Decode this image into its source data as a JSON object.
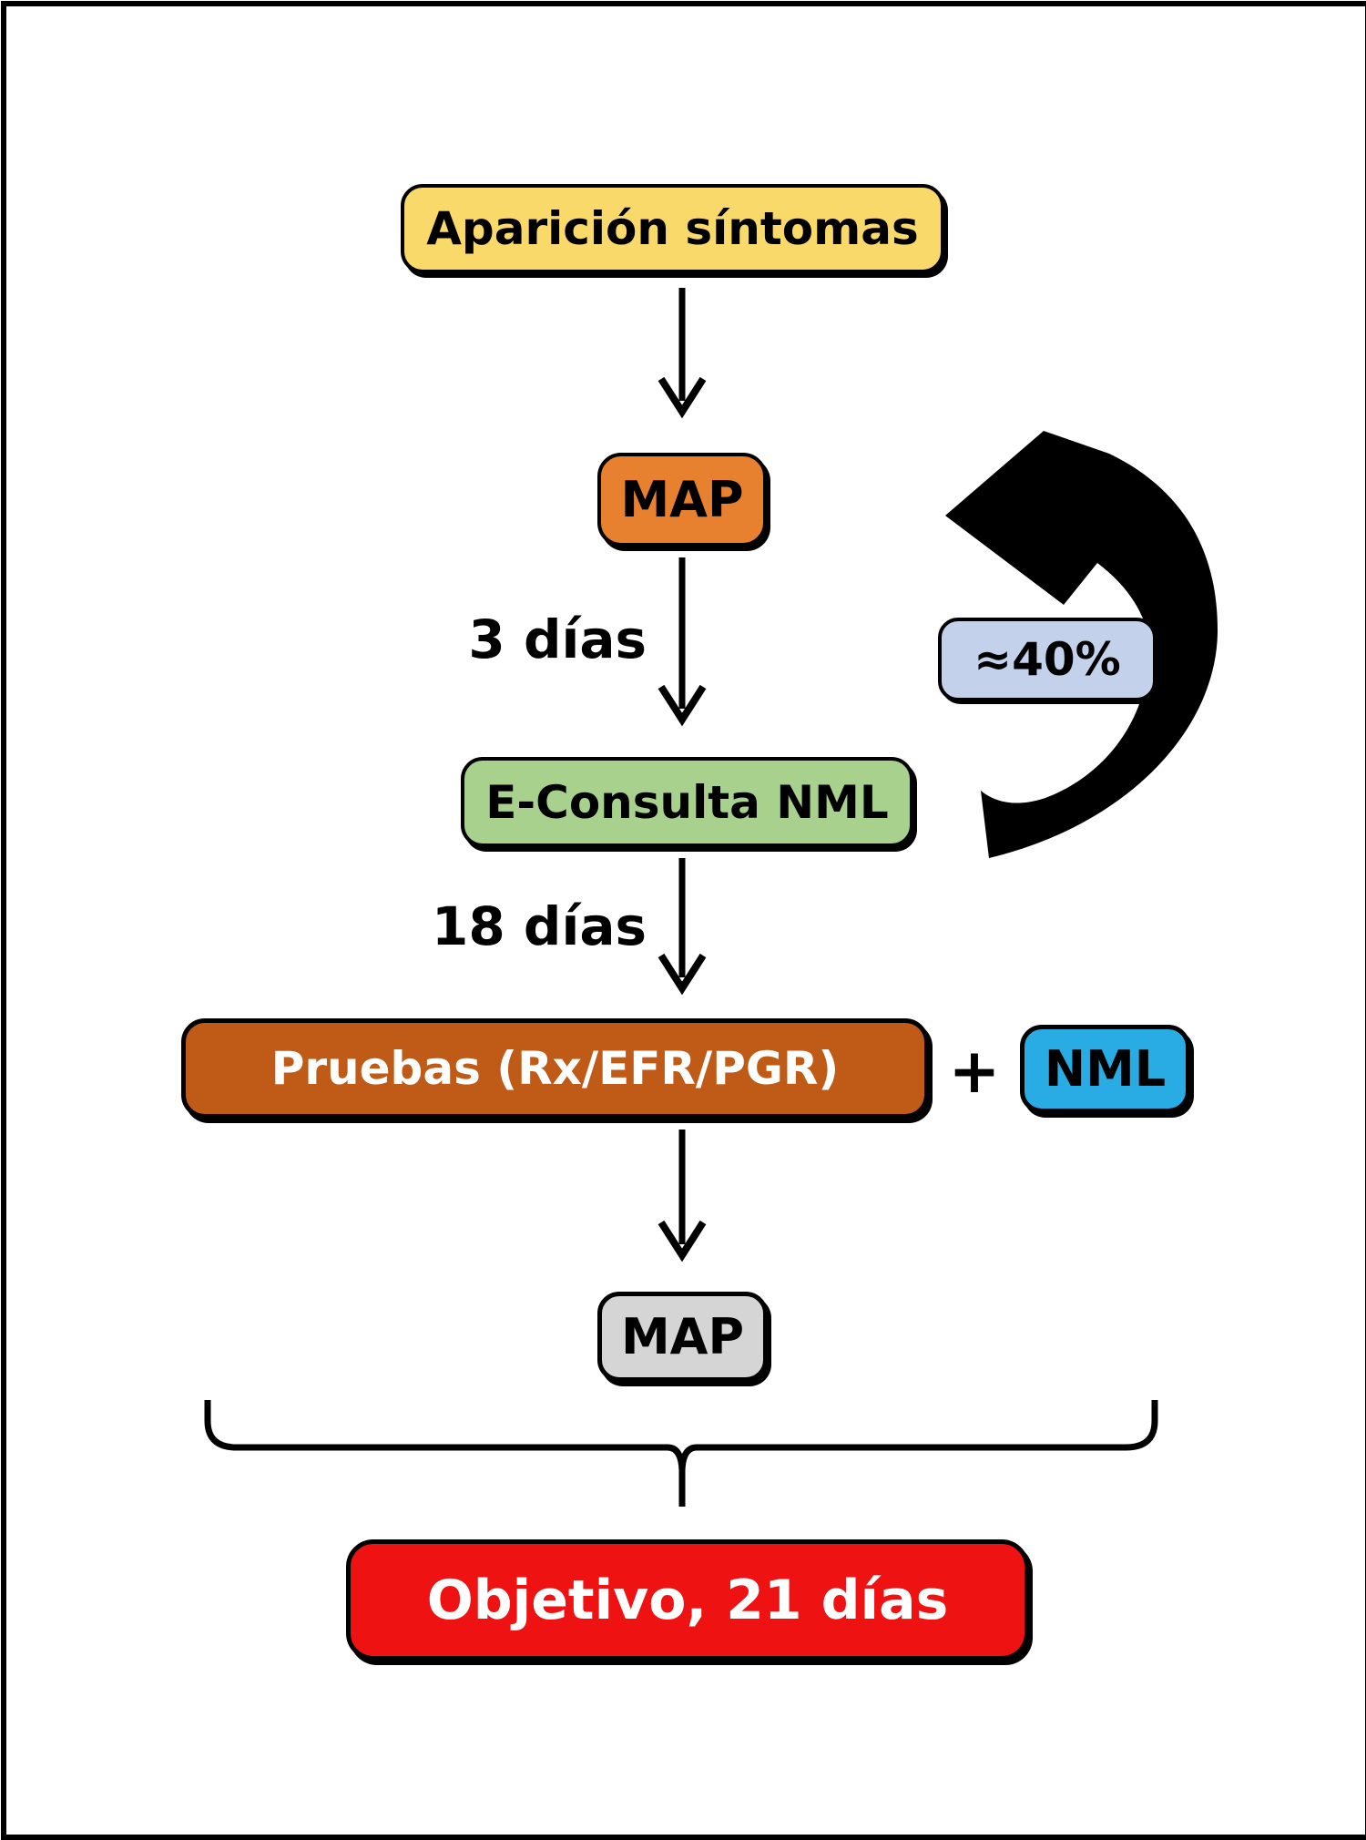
{
  "figure": {
    "nodes": {
      "sintomas": {
        "label": "Aparición síntomas",
        "bg": "#FAD96B",
        "text_color": "#000000"
      },
      "map_top": {
        "label": "MAP",
        "bg": "#E8812F",
        "text_color": "#000000"
      },
      "econsulta": {
        "label": "E-Consulta NML",
        "bg": "#A9D18E",
        "text_color": "#000000"
      },
      "pruebas": {
        "label": "Pruebas (Rx/EFR/PGR)",
        "bg": "#BF5B17",
        "text_color": "#FFFFFF"
      },
      "nml": {
        "label": "NML",
        "bg": "#29ACE3",
        "text_color": "#000000"
      },
      "map_bottom": {
        "label": "MAP",
        "bg": "#D5D5D5",
        "text_color": "#000000"
      },
      "objetivo": {
        "label": "Objetivo, 21 días",
        "bg": "#EE1212",
        "text_color": "#FFFFFF"
      }
    },
    "labels": {
      "delay_map_to_econsulta": "3 días",
      "delay_econsulta_to_pruebas": "18 días",
      "loop_rate": "≈40%",
      "plus": "+"
    },
    "arrow_color": "#000000"
  }
}
